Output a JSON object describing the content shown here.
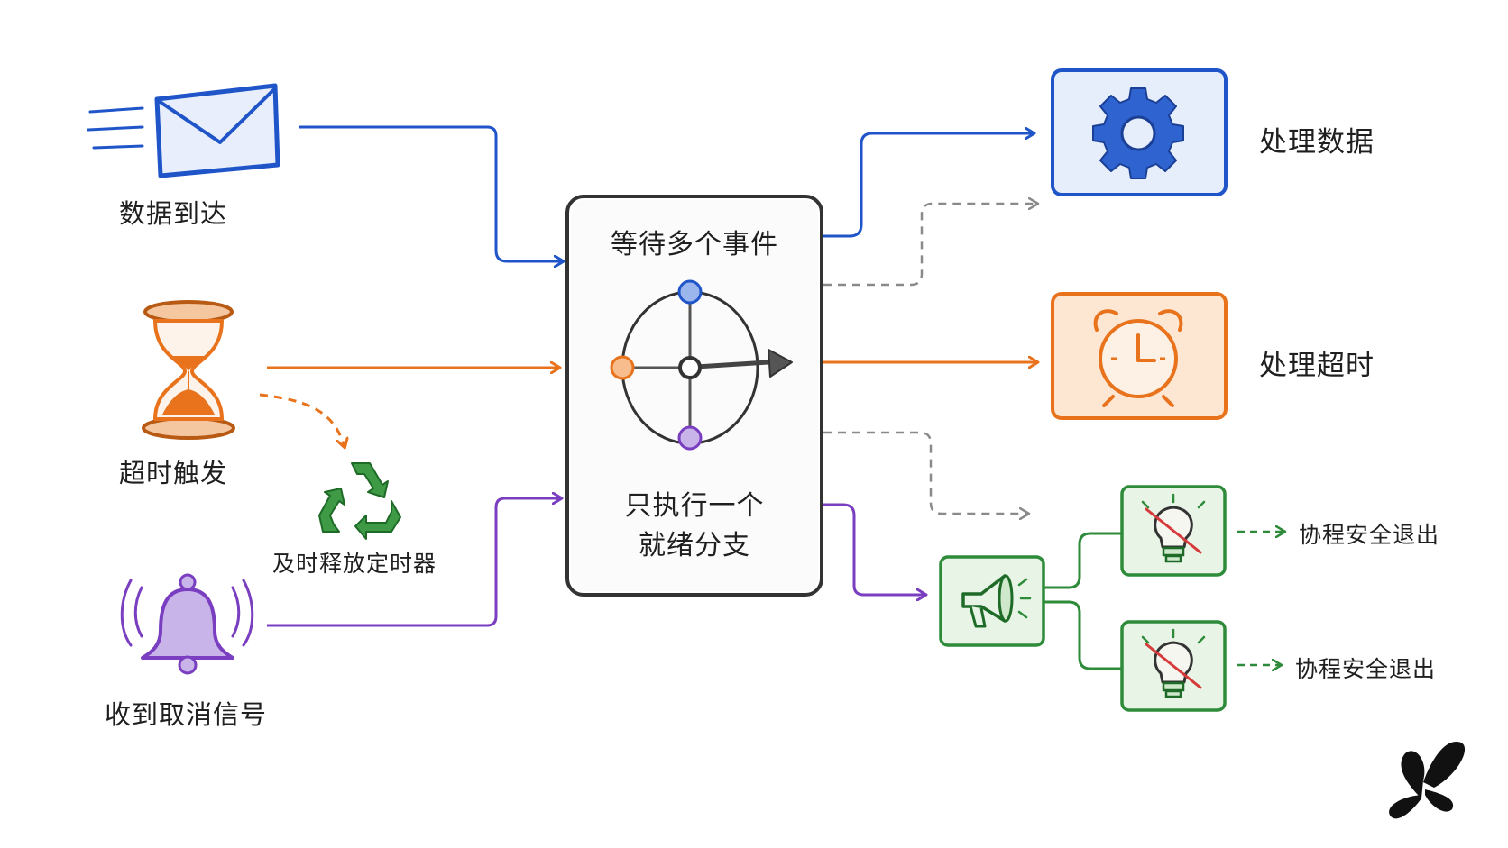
{
  "inputs": {
    "data_arrival": "数据到达",
    "timeout_trigger": "超时触发",
    "cancel_signal": "收到取消信号"
  },
  "side_note": "及时释放定时器",
  "select_box": {
    "title": "等待多个事件",
    "subtitle_line1": "只执行一个",
    "subtitle_line2": "就绪分支"
  },
  "outputs": {
    "process_data": "处理数据",
    "process_timeout": "处理超时",
    "exit_1": "协程安全退出",
    "exit_2": "协程安全退出"
  },
  "icons": {
    "envelope": "envelope-icon",
    "hourglass": "hourglass-icon",
    "bell": "bell-icon",
    "recycle": "recycle-icon",
    "select_dial": "select-dial-icon",
    "gear": "gear-icon",
    "alarm_clock": "alarm-clock-icon",
    "megaphone": "megaphone-icon",
    "bulb_off": "bulb-off-icon",
    "logo": "butterfly-logo-icon"
  },
  "colors": {
    "blue": "#1f55c8",
    "orange": "#e8731c",
    "purple": "#7a3fc0",
    "green": "#2e8b3a",
    "gray": "#8a8a8a",
    "dark": "#333333"
  }
}
